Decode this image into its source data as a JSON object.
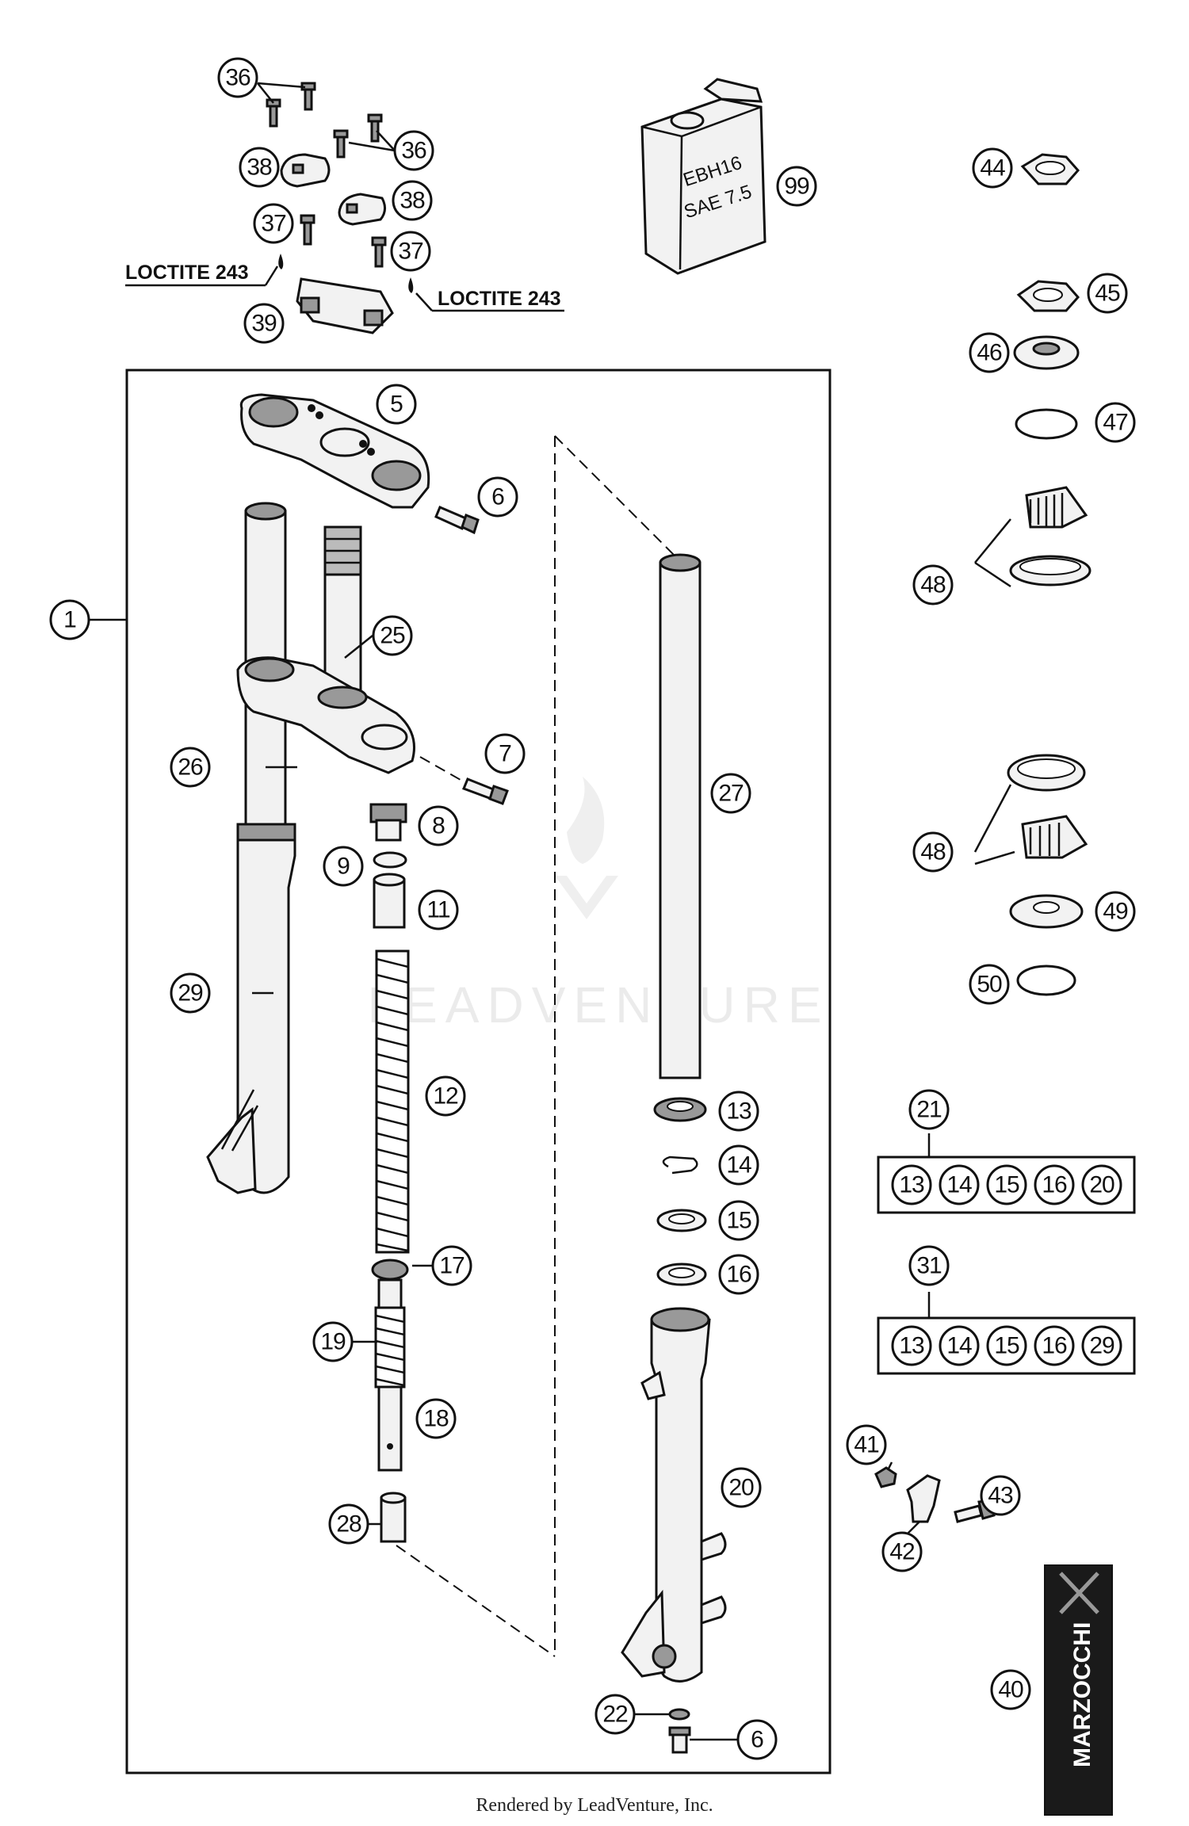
{
  "watermark": "LEADVENTURE",
  "footer": "Rendered by LeadVenture, Inc.",
  "notes": {
    "loctite_left": "LOCTITE 243",
    "loctite_right": "LOCTITE 243"
  },
  "oil_can_label": [
    "EBH16",
    "SAE 7.5"
  ],
  "brand_label": "MARZOCCHI",
  "callouts": {
    "c1": "1",
    "c5": "5",
    "c6a": "6",
    "c6b": "6",
    "c7": "7",
    "c8": "8",
    "c9": "9",
    "c11": "11",
    "c12": "12",
    "c13": "13",
    "c14": "14",
    "c15": "15",
    "c16": "16",
    "c17": "17",
    "c18": "18",
    "c19": "19",
    "c20": "20",
    "c21": "21",
    "c22": "22",
    "c25": "25",
    "c26": "26",
    "c27": "27",
    "c28": "28",
    "c29": "29",
    "c31": "31",
    "c36a": "36",
    "c36b": "36",
    "c37a": "37",
    "c37b": "37",
    "c38a": "38",
    "c38b": "38",
    "c39": "39",
    "c40": "40",
    "c41": "41",
    "c42": "42",
    "c43": "43",
    "c44": "44",
    "c45": "45",
    "c46": "46",
    "c47": "47",
    "c48a": "48",
    "c48b": "48",
    "c49": "49",
    "c50": "50",
    "c99": "99"
  },
  "kit_21": [
    "13",
    "14",
    "15",
    "16",
    "20"
  ],
  "kit_31": [
    "13",
    "14",
    "15",
    "16",
    "29"
  ]
}
